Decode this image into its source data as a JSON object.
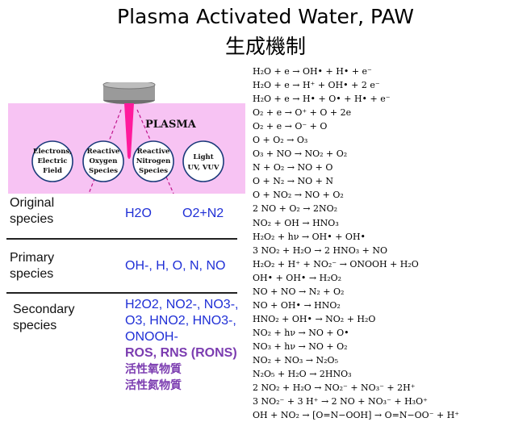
{
  "title": "Plasma Activated Water, PAW",
  "subtitle": "生成機制",
  "diagram": {
    "plasma_label": "PLASMA",
    "circles": [
      {
        "line1": "Electrons,",
        "line2": "Electric",
        "line3": "Field"
      },
      {
        "line1": "Reactive",
        "line2": "Oxygen",
        "line3": "Species"
      },
      {
        "line1": "Reactive",
        "line2": "Nitrogen",
        "line3": "Species"
      },
      {
        "line1": "Light",
        "line2": "UV, VUV",
        "line3": ""
      }
    ],
    "colors": {
      "band": "#f7c3f3",
      "jet": "#ff1a9c",
      "electrode": "#8c8c8c"
    }
  },
  "table": {
    "original": {
      "label1": "Original",
      "label2": "species",
      "value1": "H2O",
      "value2": "O2+N2"
    },
    "primary": {
      "label1": "Primary",
      "label2": "species",
      "value": "OH-, H, O, N, NO"
    },
    "secondary": {
      "label1": "Secondary",
      "label2": "species",
      "line1": "H2O2, NO2-, NO3-,",
      "line2": "O3, HNO2, HNO3-,",
      "line3": "ONOOH-",
      "line4": "ROS, RNS (RONS)",
      "line5": "活性氧物質",
      "line6": "活性氮物質"
    }
  },
  "reactions": [
    "H₂O + e → OH• + H• + e⁻",
    "H₂O + e → H⁺ + OH• + 2 e⁻",
    "H₂O + e → H• + O• + H• + e⁻",
    "O₂ + e → O⁺ + O + 2e",
    "O₂ + e → O⁻ + O",
    "O + O₂ → O₃",
    "O₃ + NO → NO₂ + O₂",
    "N + O₂ → NO + O",
    "O + N₂ → NO + N",
    "O + NO₂ → NO + O₂",
    "2 NO + O₂ → 2NO₂",
    "NO₂ + OH → HNO₃",
    "H₂O₂ + hν → OH• + OH•",
    "3 NO₂ + H₂O → 2 HNO₃ + NO",
    "H₂O₂ + H⁺ + NO₂⁻ → ONOOH + H₂O",
    "OH• + OH• → H₂O₂",
    "NO + NO → N₂ + O₂",
    "NO + OH• → HNO₂",
    "HNO₂ + OH• → NO₂ + H₂O",
    "NO₂ + hν → NO + O•",
    "NO₃ + hν → NO + O₂",
    "NO₂ + NO₃ → N₂O₅",
    "N₂O₅ + H₂O → 2HNO₃",
    "2 NO₂ + H₂O → NO₂⁻ + NO₃⁻ + 2H⁺",
    "3 NO₂⁻ + 3 H⁺ → 2 NO + NO₃⁻ + H₃O⁺",
    "OH + NO₂ → [O=N−OOH] → O=N−OO⁻ + H⁺"
  ]
}
